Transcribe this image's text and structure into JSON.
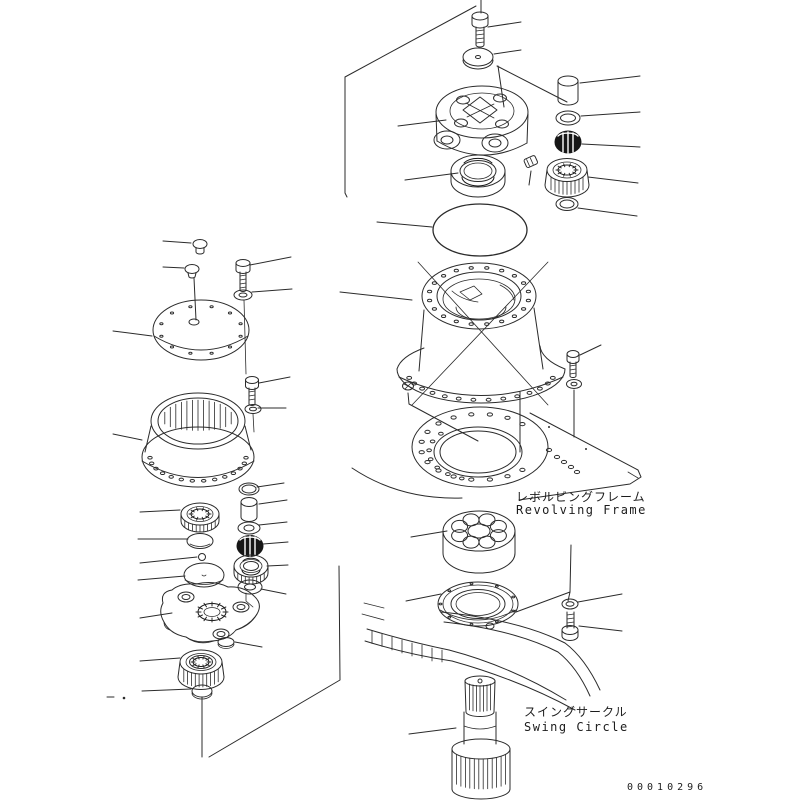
{
  "diagram": {
    "type": "exploded-parts-diagram",
    "labels": {
      "revolving_frame_jp": "レボルビングフレーム",
      "revolving_frame_en": "Revolving Frame",
      "swing_circle_jp": "スイングサークル",
      "swing_circle_en": "Swing Circle"
    },
    "drawing_number": "00010296",
    "colors": {
      "line": "#2b2b2b",
      "dark_fill": "#161616",
      "background": "#ffffff"
    }
  }
}
